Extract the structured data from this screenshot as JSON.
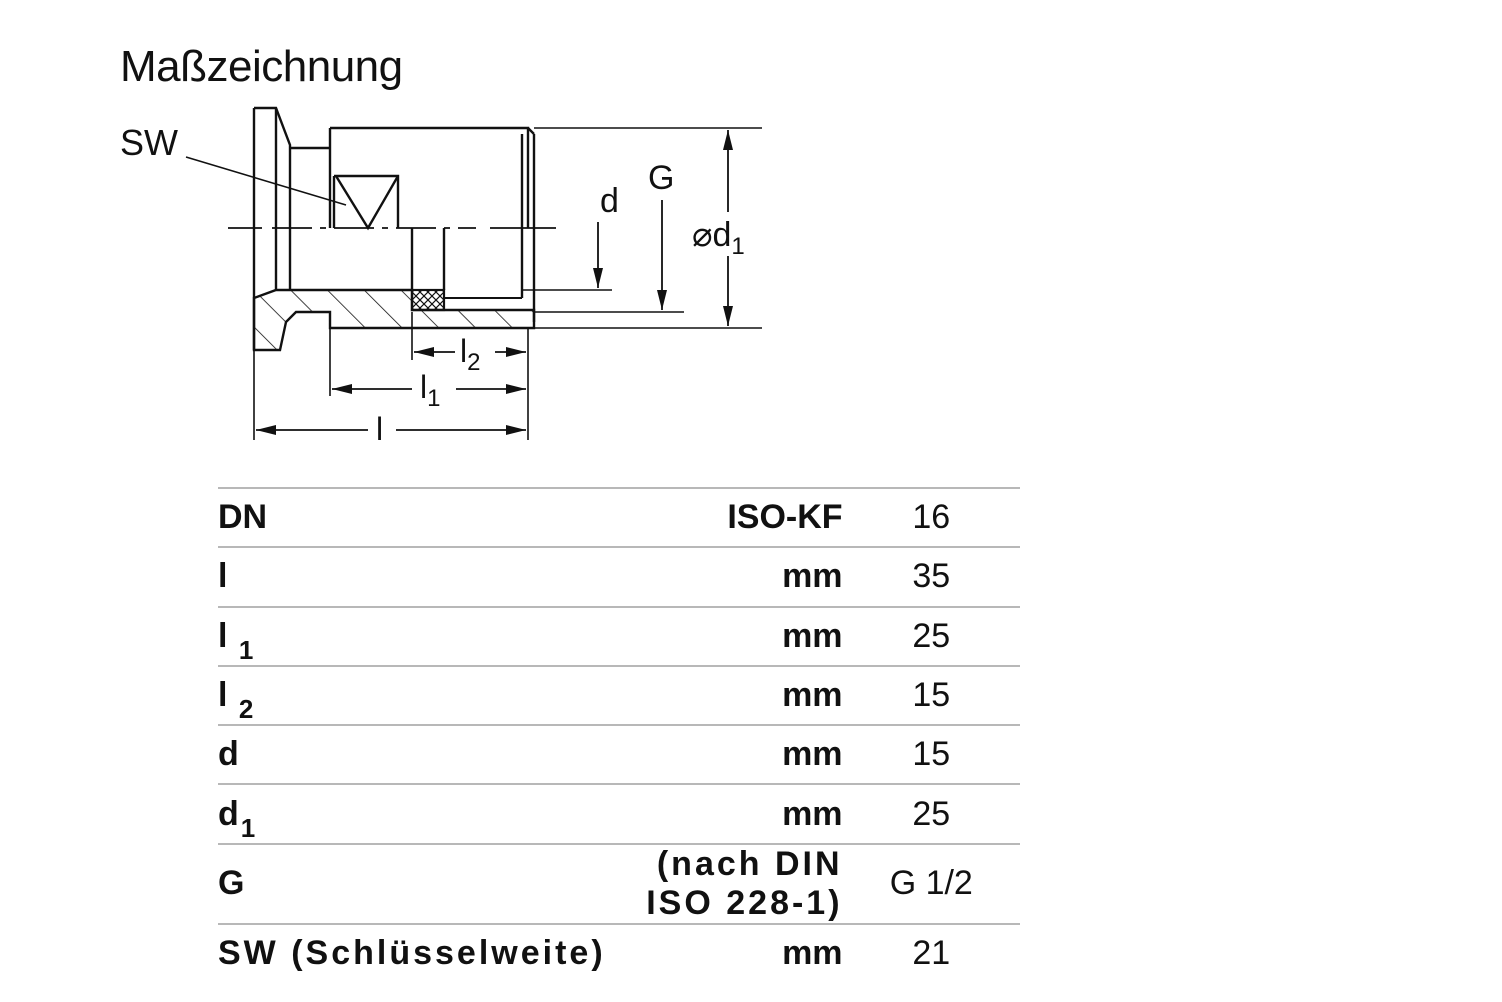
{
  "title": "Maßzeichnung",
  "drawing_labels": {
    "sw": "SW",
    "d": "d",
    "g": "G",
    "d1": "⌀d",
    "d1_sub": "1",
    "l": "l",
    "l1": "l",
    "l1_sub": "1",
    "l2": "l",
    "l2_sub": "2"
  },
  "table": {
    "rows": [
      {
        "param": "DN",
        "param_sub": "",
        "unit": "ISO-KF",
        "value": "16"
      },
      {
        "param": "l",
        "param_sub": "",
        "unit": "mm",
        "value": "35"
      },
      {
        "param": "l",
        "param_sub": "1",
        "unit": "mm",
        "value": "25"
      },
      {
        "param": "l",
        "param_sub": "2",
        "unit": "mm",
        "value": "15"
      },
      {
        "param": "d",
        "param_sub": "",
        "unit": "mm",
        "value": "15"
      },
      {
        "param": "d",
        "param_sub": "1",
        "unit": "mm",
        "value": "25"
      },
      {
        "param": "G",
        "param_sub": "",
        "unit": "(nach DIN ISO 228-1)",
        "value": "G 1/2"
      },
      {
        "param": "SW (Schlüsselweite)",
        "param_sub": "",
        "unit": "mm",
        "value": "21"
      }
    ]
  }
}
